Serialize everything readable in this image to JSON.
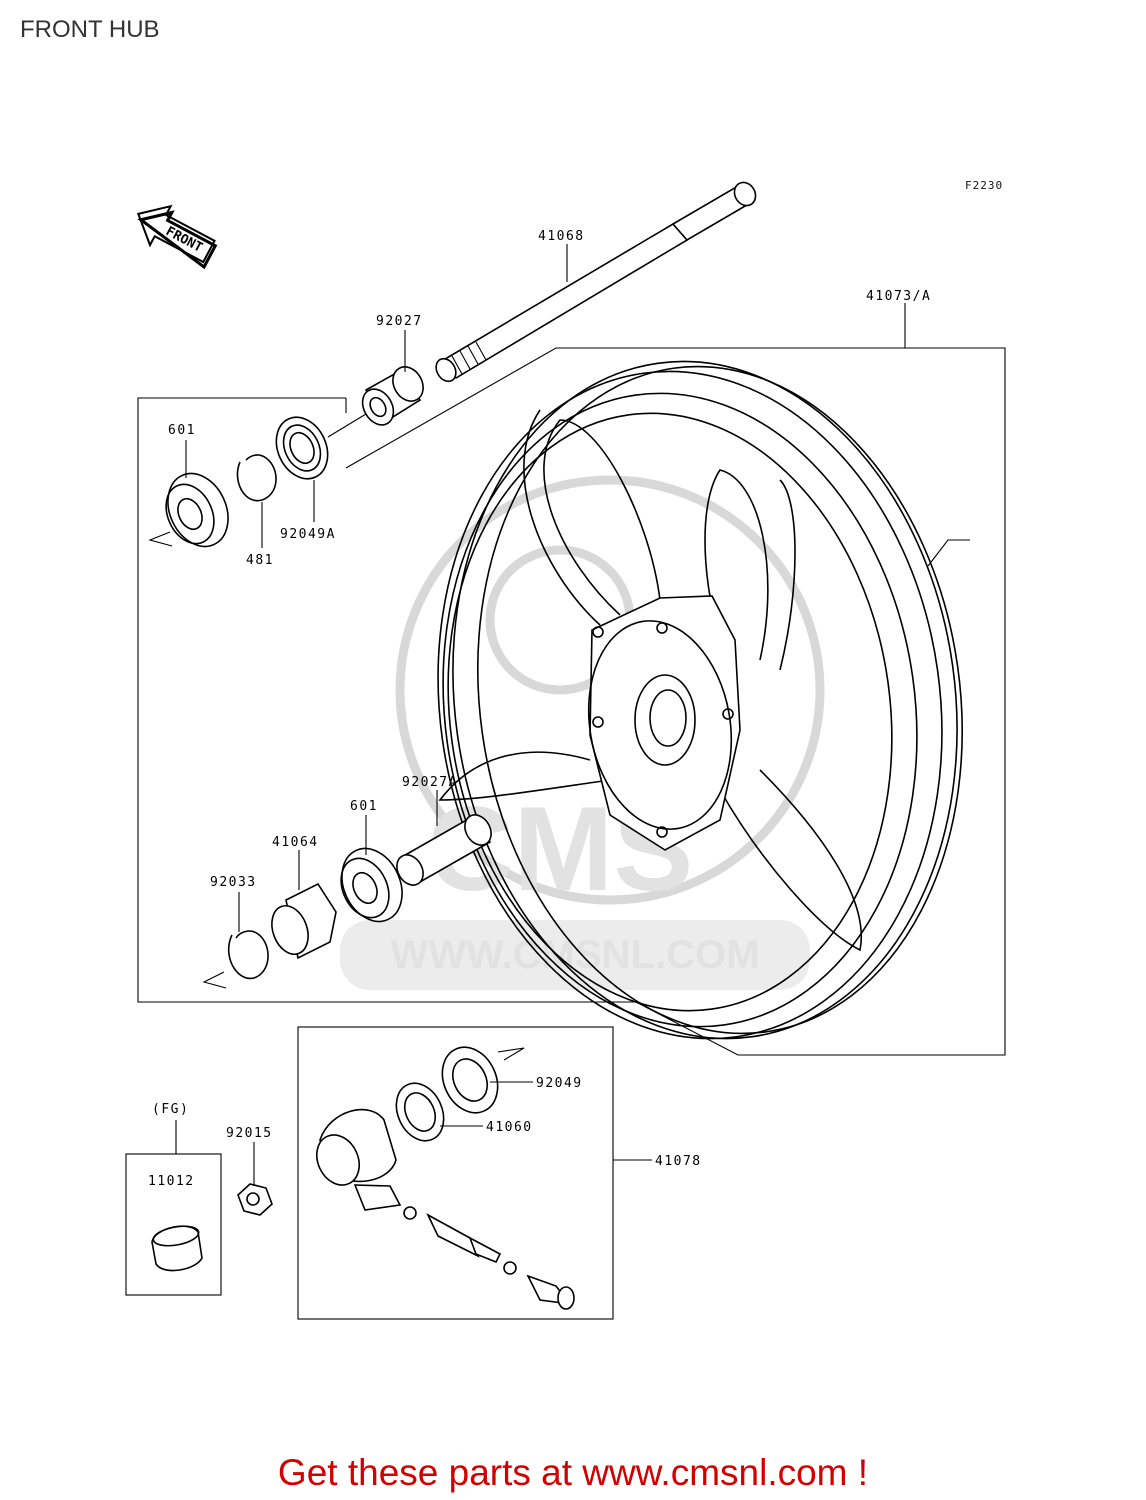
{
  "title": "FRONT HUB",
  "figure_code": "F2230",
  "front_arrow_label": "FRONT",
  "watermark_text": "WWW.CMSNL.COM",
  "cta_text": "Get these parts at www.cmsnl.com !",
  "parts": {
    "axle": "41068",
    "wheel": "41073/A",
    "collar_left": "92027",
    "bearing_left": "601",
    "circlip": "481",
    "oil_seal_left": "92049A",
    "collar_center": "92027A",
    "bearing_right": "601",
    "coupling": "41064",
    "circlip_right": "92033",
    "oil_seal_gear": "92049",
    "speedo_gear": "41060",
    "speedo_gear_box": "41078",
    "nut": "92015",
    "cap": "11012",
    "cap_note": "(FG)"
  }
}
